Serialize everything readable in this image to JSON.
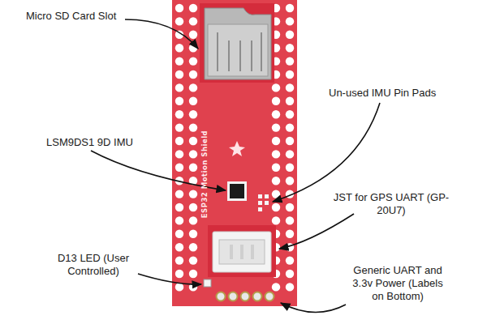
{
  "diagram": {
    "labels": [
      "Micro SD Card Slot",
      "Un-used IMU Pin Pads",
      "ESP32 Motion Shield",
      "LSM9DS1 9D IMU",
      "JST for GPS UART (GP-20U7)",
      "D13 LED (User Controlled)",
      "Generic UART and 3.3v Power (Labels on Bottom)"
    ]
  }
}
